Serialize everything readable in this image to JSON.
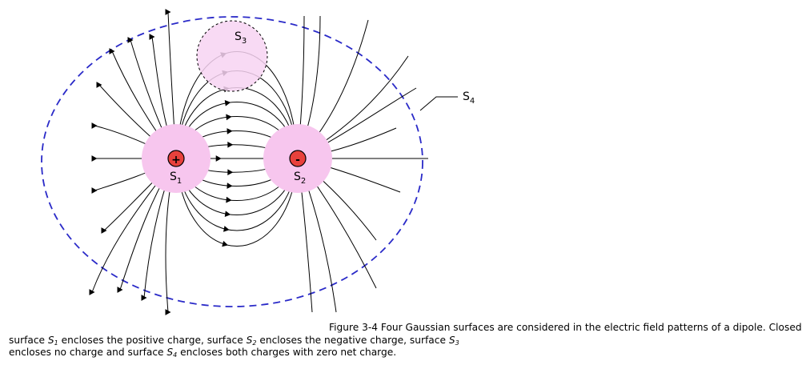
{
  "diagram": {
    "positive_sign": "+",
    "negative_sign": "-",
    "surface_labels": {
      "s1": {
        "letter": "S",
        "index": "1"
      },
      "s2": {
        "letter": "S",
        "index": "2"
      },
      "s3": {
        "letter": "S",
        "index": "3"
      },
      "s4": {
        "letter": "S",
        "index": "4"
      }
    },
    "colors": {
      "surface_fill": "#f7c6ee",
      "charge_fill": "#e8413c",
      "s4_border": "#2a2ac8",
      "field_line": "#000000"
    }
  },
  "caption": {
    "line1": "Figure 3-4 Four Gaussian surfaces are considered in the electric field patterns of a dipole. Closed",
    "line2_a": "surface ",
    "line2_b": " encloses the positive charge, surface ",
    "line2_c": " encloses the negative charge, surface ",
    "line3_a": "encloses no charge and surface ",
    "line3_b": " encloses both charges with zero net charge."
  }
}
